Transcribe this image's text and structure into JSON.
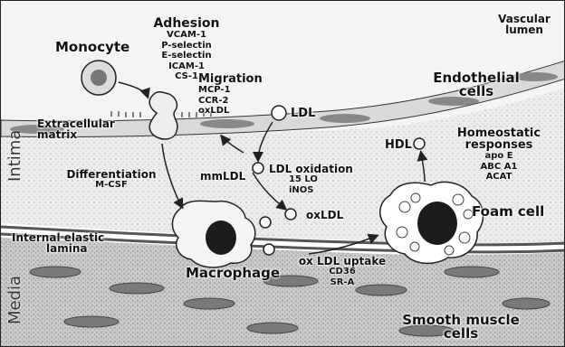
{
  "labels": {
    "monocyte": "Monocyte",
    "adhesion_title": "Adhesion",
    "adhesion_items": [
      "VCAM-1",
      "P-selectin",
      "E-selectin",
      "ICAM-1",
      "CS-1"
    ],
    "migration_title": "Migration",
    "migration_items": [
      "MCP-1",
      "CCR-2",
      "oxLDL"
    ],
    "vascular_lumen": [
      "Vascular",
      "lumen"
    ],
    "endothelial_cells": [
      "Endothelial",
      "cells"
    ],
    "ldl": "LDL",
    "extracellular_matrix": [
      "Extracellular",
      "matrix"
    ],
    "hdl": "HDL",
    "homeostatic_title": [
      "Homeostatic",
      "responses"
    ],
    "homeostatic_items": [
      "apo E",
      "ABC A1",
      "ACAT"
    ],
    "differentiation_title": "Differentiation",
    "differentiation_item": "M-CSF",
    "mmldl": "mmLDL",
    "ldl_oxidation_title": "LDL oxidation",
    "ldl_oxidation_items": [
      "15 LO",
      "iNOS"
    ],
    "oxldl": "oxLDL",
    "foam_cell": "Foam cell",
    "internal_elastic_lamina": [
      "Internal elastic",
      "lamina"
    ],
    "macrophage": "Macrophage",
    "oxldl_uptake_title": "ox LDL uptake",
    "oxldl_uptake_items": [
      "CD36",
      "SR-A"
    ],
    "smooth_muscle_cells": [
      "Smooth muscle",
      "cells"
    ],
    "intima": "Intima",
    "media": "Media"
  }
}
